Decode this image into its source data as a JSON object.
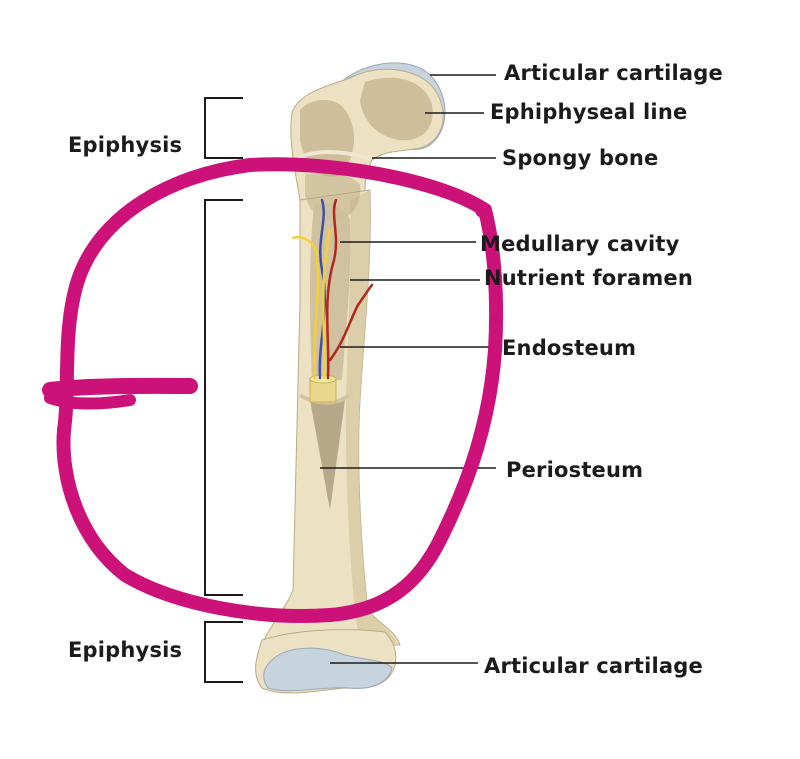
{
  "labels": {
    "epiphysis_top": "Epiphysis",
    "epiphysis_bottom": "Epiphysis",
    "articular_cartilage_top": "Articular cartilage",
    "ephiphyseal_line": "Ephiphyseal line",
    "spongy_bone": "Spongy bone",
    "medullary_cavity": "Medullary cavity",
    "nutrient_foramen": "Nutrient foramen",
    "endosteum": "Endosteum",
    "periosteum": "Periosteum",
    "articular_cartilage_bottom": "Articular cartilage"
  },
  "colors": {
    "bone": "#ece1c3",
    "bone_shadow": "#cdbf9c",
    "spongy": "#b7a37a",
    "cartilage": "#c7d3dd",
    "marrow": "#e9d889",
    "vessel_red": "#b3261e",
    "vessel_blue": "#3d4fa8",
    "nerve_yellow": "#f3cf3a",
    "annotation": "#cc1279",
    "ink": "#1b1b1b"
  }
}
